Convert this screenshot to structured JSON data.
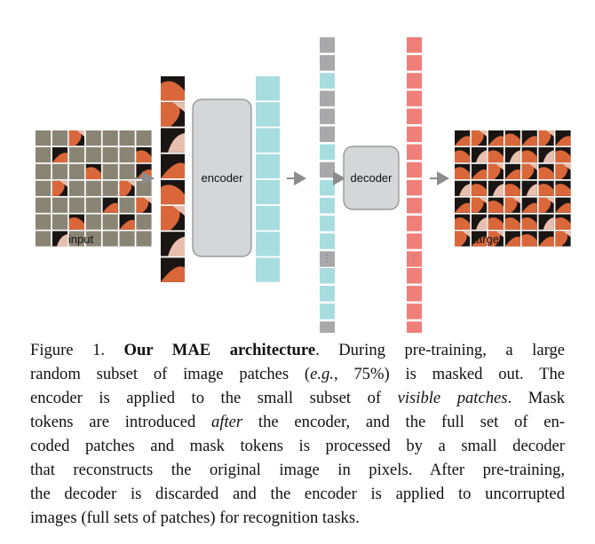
{
  "figure": {
    "labels": {
      "input": "input",
      "encoder": "encoder",
      "decoder": "decoder",
      "target": "target"
    },
    "colors": {
      "mask_patch": "#8a8474",
      "grid_line": "#ffffff",
      "encoded_token": "#a8dde0",
      "mask_token": "#a9a9ab",
      "output_token": "#ef7f7a",
      "block_fill": "#d5d6d8",
      "block_stroke": "#8c8c8c",
      "arrow": "#8c8c8c",
      "image_dark": "#1a1512",
      "image_orange": "#d9673a",
      "image_pink": "#e8bfae"
    },
    "input_grid": {
      "rows": 7,
      "cols": 7,
      "visible_patches": [
        [
          0,
          2
        ],
        [
          1,
          1
        ],
        [
          1,
          6
        ],
        [
          2,
          3
        ],
        [
          2,
          6
        ],
        [
          3,
          1
        ],
        [
          3,
          5
        ],
        [
          4,
          4
        ],
        [
          4,
          6
        ],
        [
          5,
          2
        ],
        [
          5,
          5
        ],
        [
          6,
          1
        ]
      ]
    },
    "encoder_token_count": 8,
    "mask_token_sequence_top": [
      "mask",
      "mask",
      "visible",
      "mask",
      "mask",
      "mask",
      "visible",
      "mask",
      "visible",
      "visible",
      "visible",
      "visible",
      "mask"
    ],
    "mask_token_sequence_bottom": [
      "visible",
      "visible",
      "visible",
      "mask"
    ],
    "output_token_count_top": 13,
    "output_token_count_bottom": 4
  },
  "caption": {
    "lines": [
      [
        {
          "t": "Figure 1.  "
        },
        {
          "t": "Our MAE architecture",
          "s": "b"
        },
        {
          "t": ".  During pre-training, a large"
        }
      ],
      [
        {
          "t": "random subset of image patches ("
        },
        {
          "t": "e.g.",
          "s": "i"
        },
        {
          "t": ", 75%) is masked out.  The"
        }
      ],
      [
        {
          "t": "encoder is applied to the small subset of "
        },
        {
          "t": "visible patches",
          "s": "i"
        },
        {
          "t": ".  Mask"
        }
      ],
      [
        {
          "t": "tokens are introduced "
        },
        {
          "t": "after",
          "s": "i"
        },
        {
          "t": " the encoder, and the full set of en-"
        }
      ],
      [
        {
          "t": "coded patches and mask tokens is processed by a small decoder"
        }
      ],
      [
        {
          "t": "that reconstructs the original image in pixels.  After pre-training,"
        }
      ],
      [
        {
          "t": "the decoder is discarded and the encoder is applied to uncorrupted"
        }
      ],
      [
        {
          "t": "images (full sets of patches) for recognition tasks."
        }
      ]
    ]
  }
}
